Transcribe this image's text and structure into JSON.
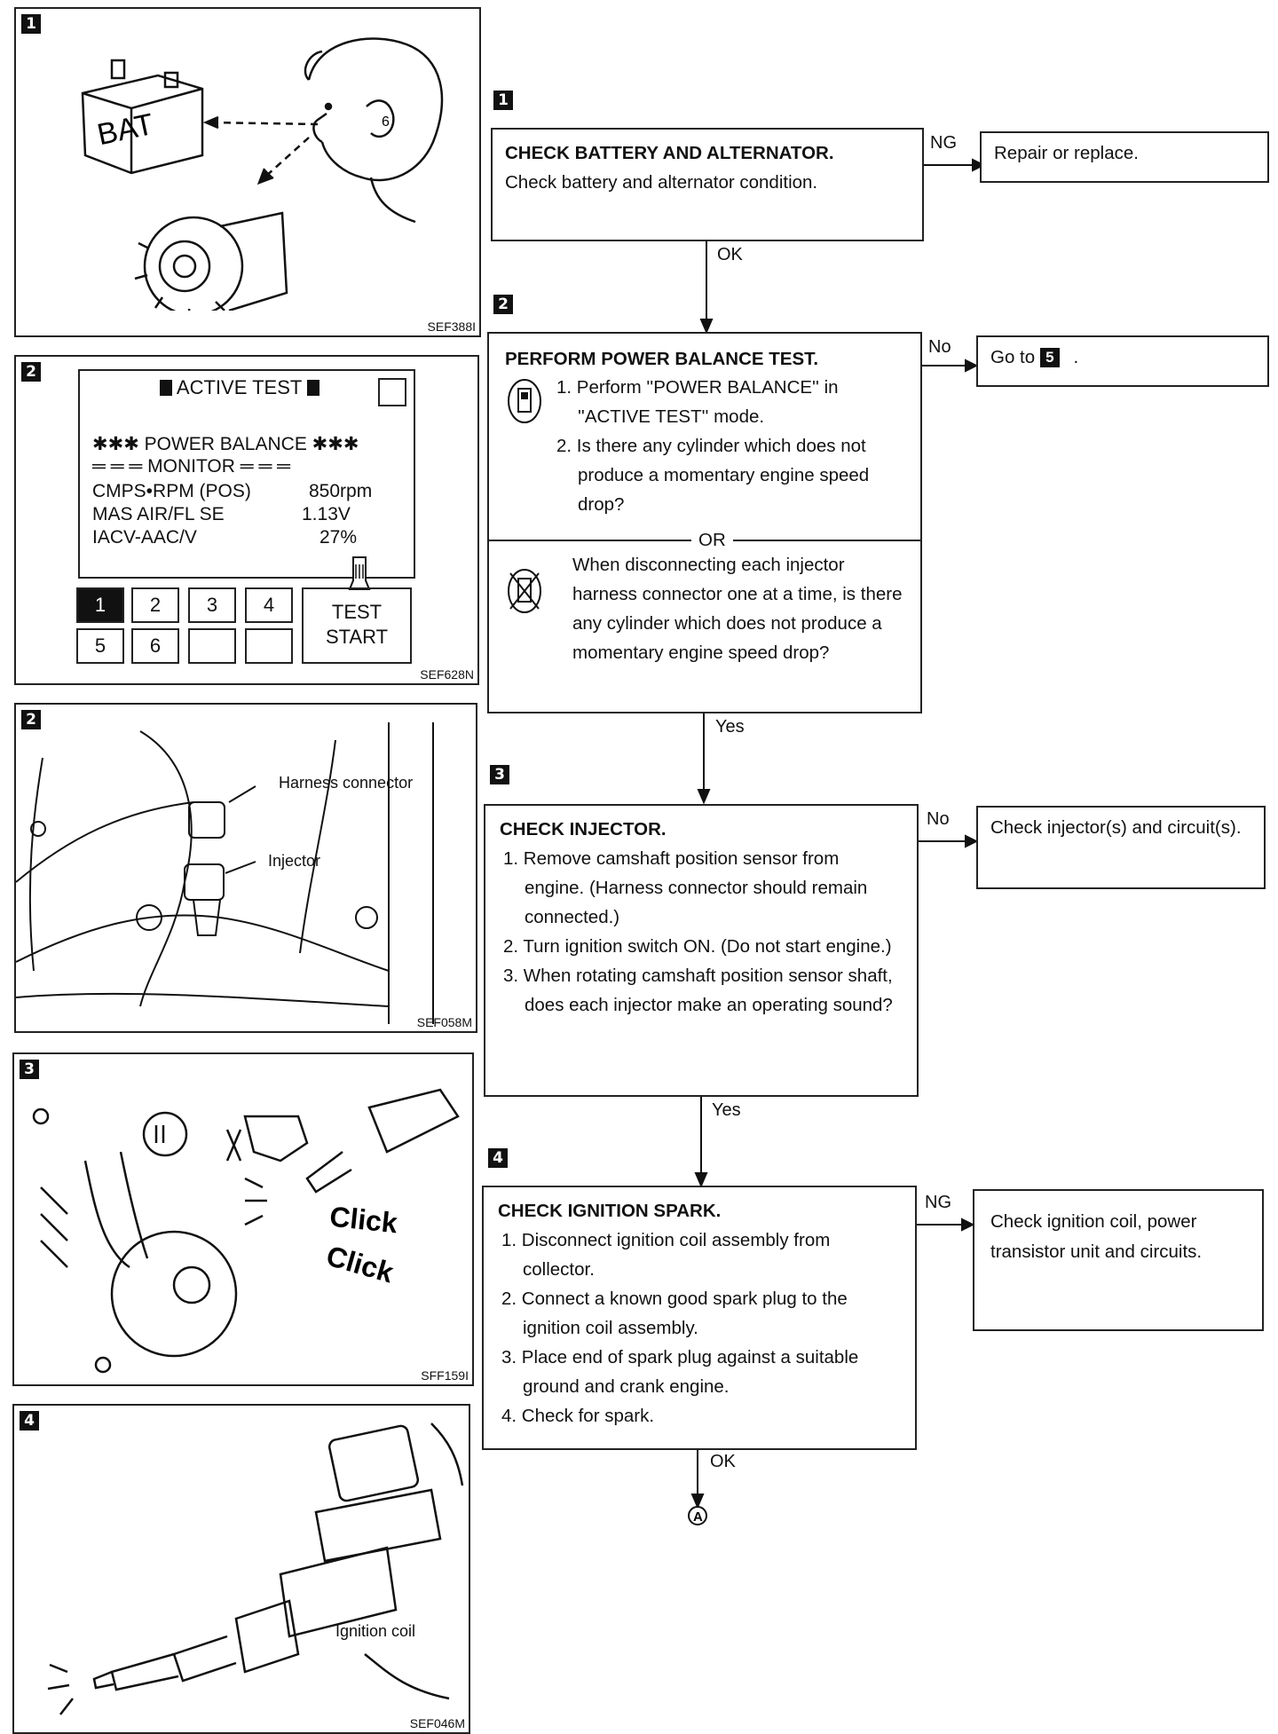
{
  "panels": {
    "p1": {
      "num": "1",
      "code": "SEF388I",
      "bat": "BAT"
    },
    "p2": {
      "num": "2",
      "code": "SEF628N",
      "screen_title": "ACTIVE TEST",
      "line1": "✱✱✱ POWER BALANCE ✱✱✱",
      "line2": "═ ═ ═ MONITOR ═ ═ ═",
      "rows": [
        [
          "CMPS•RPM (POS)",
          "850rpm"
        ],
        [
          "MAS AIR/FL SE",
          "1.13V"
        ],
        [
          "IACV-AAC/V",
          "27%"
        ]
      ],
      "buttons": [
        "1",
        "2",
        "3",
        "4",
        "5",
        "6",
        "",
        ""
      ],
      "test_start": [
        "TEST",
        "START"
      ]
    },
    "p3": {
      "num": "2",
      "code": "SEF058M",
      "harness": "Harness connector",
      "injector": "Injector"
    },
    "p4": {
      "num": "3",
      "code": "SFF159I",
      "click1": "Click",
      "click2": "Click"
    },
    "p5": {
      "num": "4",
      "code": "SEF046M",
      "coil": "Ignition coil"
    }
  },
  "flow": {
    "s1": {
      "num": "1",
      "title": "CHECK BATTERY AND ALTERNATOR.",
      "body": "Check battery and alternator condition.",
      "ng": "NG",
      "ng_result": "Repair or replace.",
      "ok": "OK"
    },
    "s2": {
      "num": "2",
      "title": "PERFORM POWER BALANCE TEST.",
      "items": [
        "1. Perform ''POWER BALANCE'' in ''ACTIVE TEST'' mode.",
        "2. Is there any cylinder which does not produce a momentary engine speed drop?"
      ],
      "or": "OR",
      "alt": "When disconnecting each injector harness connector one at a time, is there any cylinder which does not produce a momentary engine speed drop?",
      "no": "No",
      "no_result_prefix": "Go to",
      "no_result_num": "5",
      "no_result_suffix": ".",
      "yes": "Yes"
    },
    "s3": {
      "num": "3",
      "title": "CHECK INJECTOR.",
      "items": [
        "1. Remove camshaft position sensor from engine. (Harness connector should remain connected.)",
        "2. Turn ignition switch ON. (Do not start engine.)",
        "3. When rotating camshaft position sensor shaft, does each injector make an operating sound?"
      ],
      "no": "No",
      "no_result": "Check injector(s) and circuit(s).",
      "yes": "Yes"
    },
    "s4": {
      "num": "4",
      "title": "CHECK IGNITION SPARK.",
      "items": [
        "1. Disconnect ignition coil assembly from collector.",
        "2. Connect a known good spark plug to the ignition coil assembly.",
        "3. Place end of spark plug against a suitable ground and crank engine.",
        "4. Check for spark."
      ],
      "ng": "NG",
      "ng_result": "Check ignition coil, power transistor unit and circuits.",
      "ok": "OK",
      "connector": "A"
    }
  }
}
